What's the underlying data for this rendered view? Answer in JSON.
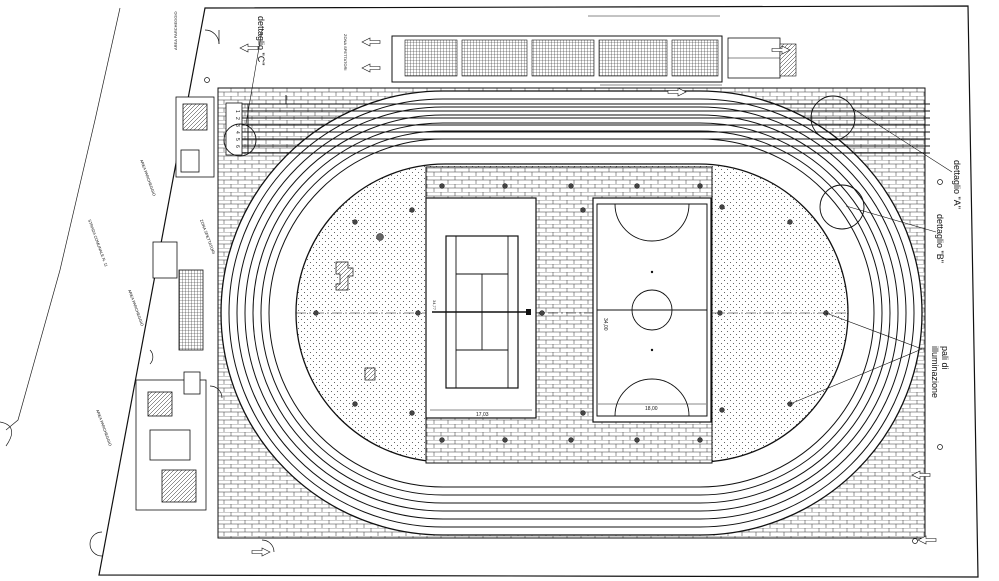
{
  "labels": {
    "detail_a": "dettaglio \"A\"",
    "detail_b": "dettaglio \"B\"",
    "detail_c": "dettaglio \"C\"",
    "poles_line1": "pali di",
    "poles_line2": "illuminazione",
    "dim_tennis": "17,03",
    "dim_football_w": "18,00",
    "dim_football_h": "34,00",
    "dim_tennis_h": "34,77",
    "lane_numbers": [
      "1",
      "2",
      "3",
      "4",
      "5",
      "6"
    ],
    "road": "STRADA COMUNALE N. 11",
    "zona_parcheggio": "AREA PARCHEGGIO",
    "zona_spettatori": "ZONA SPETTATORI"
  },
  "colors": {
    "line": "#111111",
    "background": "#ffffff"
  }
}
